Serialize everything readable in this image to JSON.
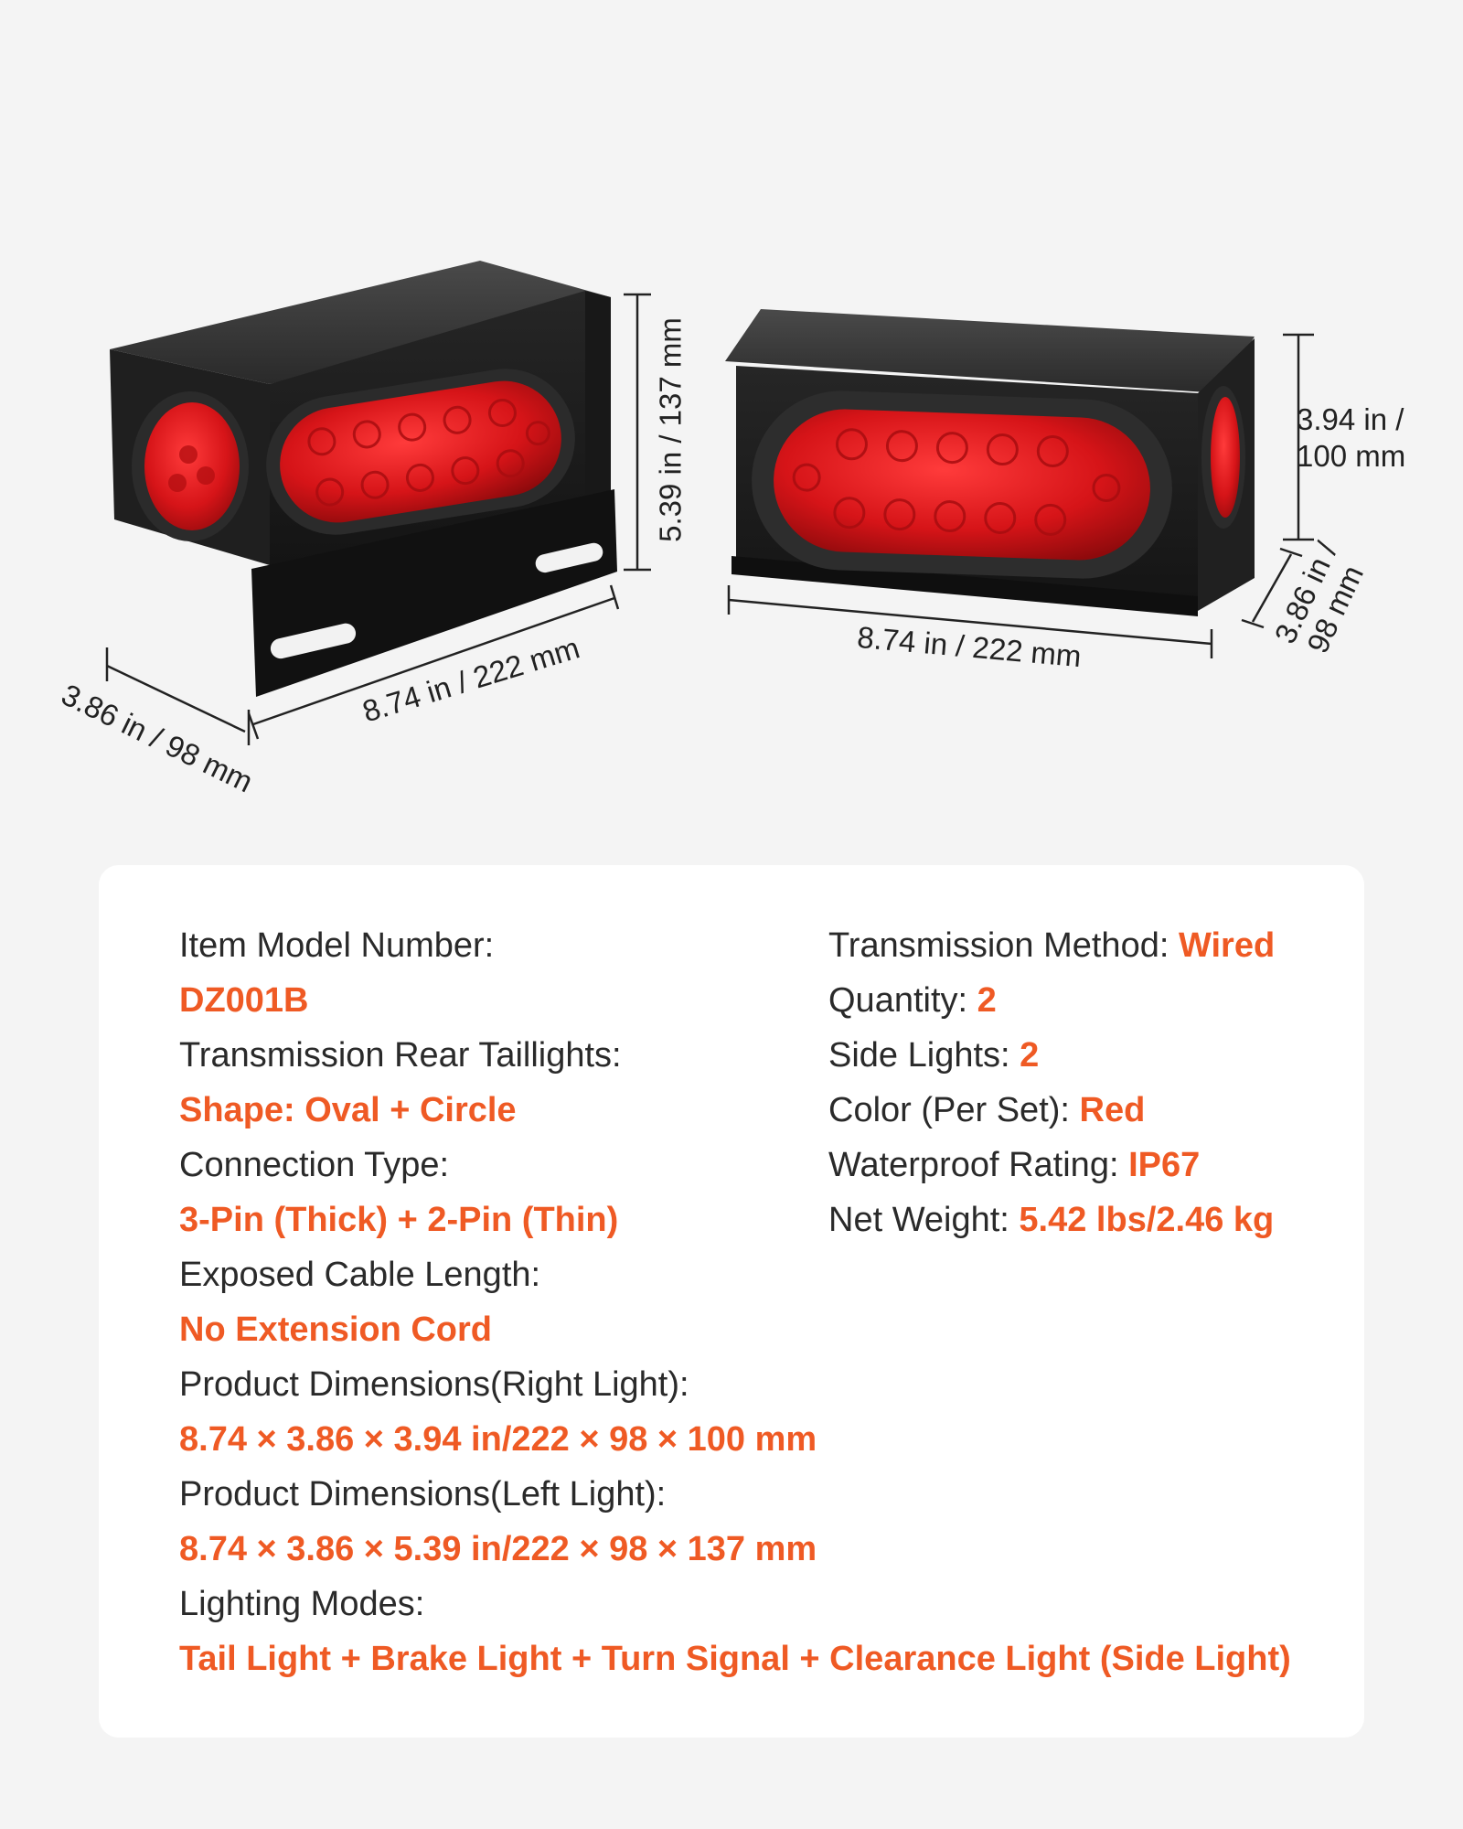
{
  "theme": {
    "accent": "#ef5a24",
    "text": "#2a2a2a",
    "background": "#f4f4f4",
    "card": "#ffffff",
    "lens": "#d61418"
  },
  "dimensions": {
    "left_light": {
      "width": "8.74 in / 222 mm",
      "depth": "3.86 in / 98 mm",
      "height": "5.39 in / 137 mm"
    },
    "right_light": {
      "width": "8.74 in / 222 mm",
      "depth_line1": "3.86 in /",
      "depth_line2": "98 mm",
      "height_line1": "3.94 in /",
      "height_line2": "100 mm"
    }
  },
  "specs": {
    "item_model_number": {
      "label": "Item Model Number:",
      "value": "DZ001B"
    },
    "transmission_rear_taillights": {
      "label": "Transmission Rear Taillights:",
      "value": "Shape: Oval + Circle"
    },
    "connection_type": {
      "label": "Connection Type:",
      "value": "3-Pin (Thick) + 2-Pin (Thin)"
    },
    "exposed_cable_length": {
      "label": "Exposed Cable Length:",
      "value": "No Extension Cord"
    },
    "dimensions_right": {
      "label": "Product Dimensions(Right Light):",
      "value": "8.74 × 3.86 × 3.94 in/222 × 98 × 100 mm"
    },
    "dimensions_left": {
      "label": "Product Dimensions(Left Light):",
      "value": "8.74 × 3.86 × 5.39 in/222 × 98 × 137 mm"
    },
    "lighting_modes": {
      "label": "Lighting Modes:",
      "value": "Tail Light + Brake Light + Turn Signal + Clearance Light (Side Light)"
    },
    "transmission_method": {
      "label": "Transmission Method:",
      "value": "Wired"
    },
    "quantity": {
      "label": "Quantity:",
      "value": "2"
    },
    "side_lights": {
      "label": "Side Lights:",
      "value": "2"
    },
    "color": {
      "label": "Color (Per Set):",
      "value": "Red"
    },
    "waterproof_rating": {
      "label": "Waterproof Rating:",
      "value": "IP67"
    },
    "net_weight": {
      "label": "Net Weight:",
      "value": "5.42 lbs/2.46 kg"
    }
  }
}
